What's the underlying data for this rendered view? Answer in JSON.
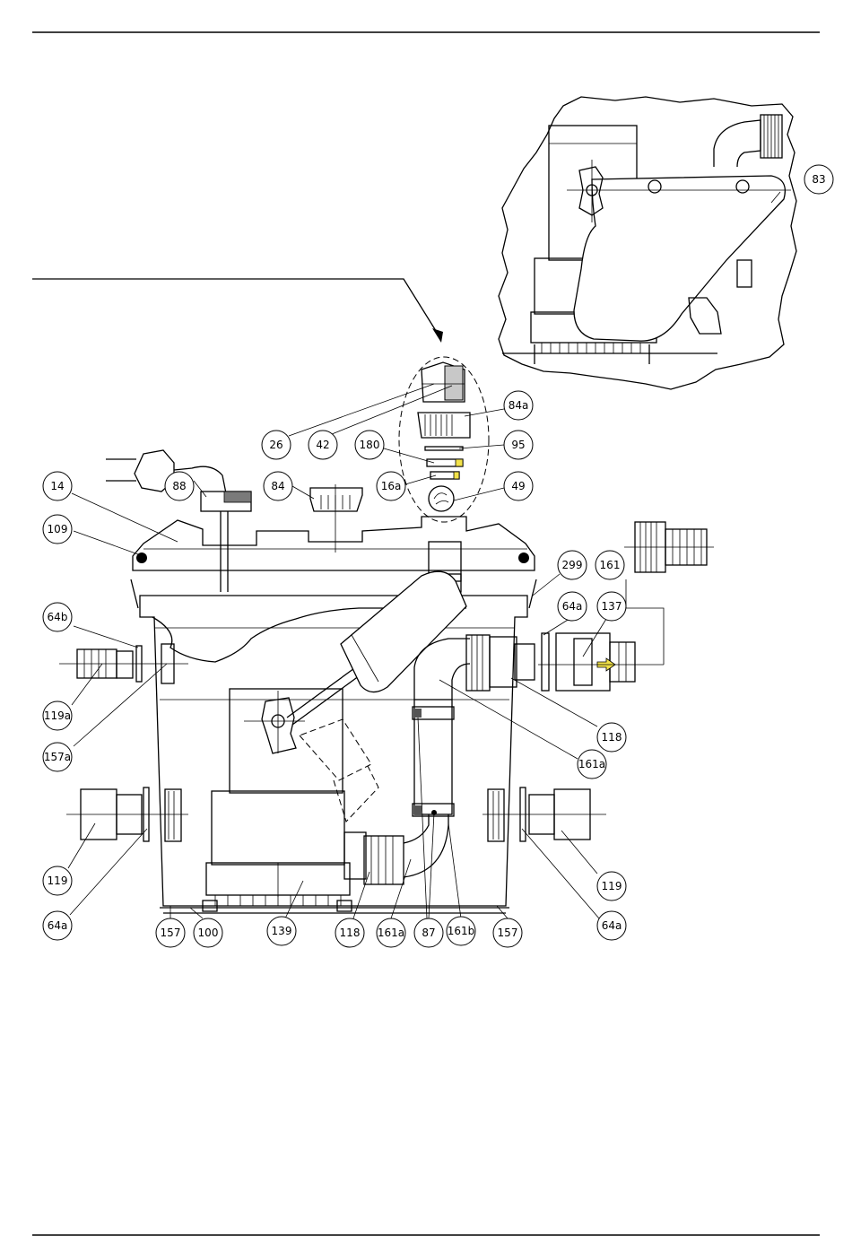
{
  "callouts": [
    {
      "id": "c-83",
      "label": "83"
    },
    {
      "id": "c-26",
      "label": "26"
    },
    {
      "id": "c-42",
      "label": "42"
    },
    {
      "id": "c-84a",
      "label": "84a"
    },
    {
      "id": "c-180",
      "label": "180"
    },
    {
      "id": "c-95",
      "label": "95"
    },
    {
      "id": "c-88",
      "label": "88"
    },
    {
      "id": "c-84",
      "label": "84"
    },
    {
      "id": "c-16a",
      "label": "16a"
    },
    {
      "id": "c-49",
      "label": "49"
    },
    {
      "id": "c-14",
      "label": "14"
    },
    {
      "id": "c-109",
      "label": "109"
    },
    {
      "id": "c-299",
      "label": "299"
    },
    {
      "id": "c-161-top",
      "label": "161"
    },
    {
      "id": "c-64b",
      "label": "64b"
    },
    {
      "id": "c-64a-right",
      "label": "64a"
    },
    {
      "id": "c-137",
      "label": "137"
    },
    {
      "id": "c-119a",
      "label": "119a"
    },
    {
      "id": "c-118-right",
      "label": "118"
    },
    {
      "id": "c-157a",
      "label": "157a"
    },
    {
      "id": "c-161a-right",
      "label": "161a"
    },
    {
      "id": "c-119-left",
      "label": "119"
    },
    {
      "id": "c-119-right",
      "label": "119"
    },
    {
      "id": "c-64a-left",
      "label": "64a"
    },
    {
      "id": "c-64a-bottom-right",
      "label": "64a"
    },
    {
      "id": "c-157-left",
      "label": "157"
    },
    {
      "id": "c-100",
      "label": "100"
    },
    {
      "id": "c-139",
      "label": "139"
    },
    {
      "id": "c-118-bottom",
      "label": "118"
    },
    {
      "id": "c-161a-bottom",
      "label": "161a"
    },
    {
      "id": "c-87",
      "label": "87"
    },
    {
      "id": "c-161b",
      "label": "161b"
    },
    {
      "id": "c-157-right",
      "label": "157"
    }
  ],
  "colors": {
    "line": "#000000",
    "background": "#ffffff",
    "highlight": "#f2e24a"
  }
}
